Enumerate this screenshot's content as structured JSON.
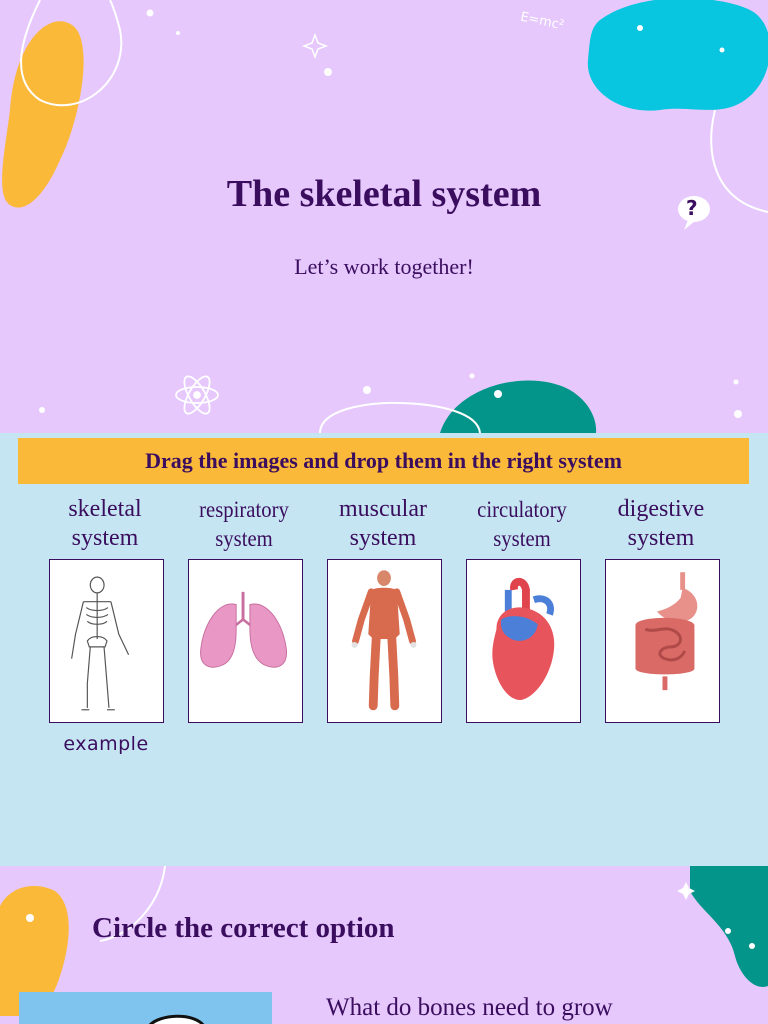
{
  "slide1": {
    "title": "The skeletal system",
    "subtitle": "Let’s work together!",
    "formula": "E=mc²",
    "question_mark": "?"
  },
  "slide2": {
    "banner": "Drag the images and drop them in the right system",
    "columns": [
      {
        "label": "skeletal\nsystem",
        "image": "skeleton-icon"
      },
      {
        "label": "respiratory\nsystem",
        "image": "lungs-icon"
      },
      {
        "label": "muscular\nsystem",
        "image": "muscles-icon"
      },
      {
        "label": "circulatory\nsystem",
        "image": "heart-icon"
      },
      {
        "label": "digestive\nsystem",
        "image": "digestive-organs-icon"
      }
    ],
    "example_caption": "example"
  },
  "slide3": {
    "heading": "Circle the correct option",
    "question": "What do bones need to grow"
  },
  "colors": {
    "lavender": "#e6c8fd",
    "light_blue": "#c5e5f2",
    "banner_yellow": "#fbb93a",
    "dark_purple": "#3a0d5e",
    "cyan_blob": "#08c5e0",
    "teal_blob": "#03958a",
    "orange_blob": "#fbb93a"
  }
}
